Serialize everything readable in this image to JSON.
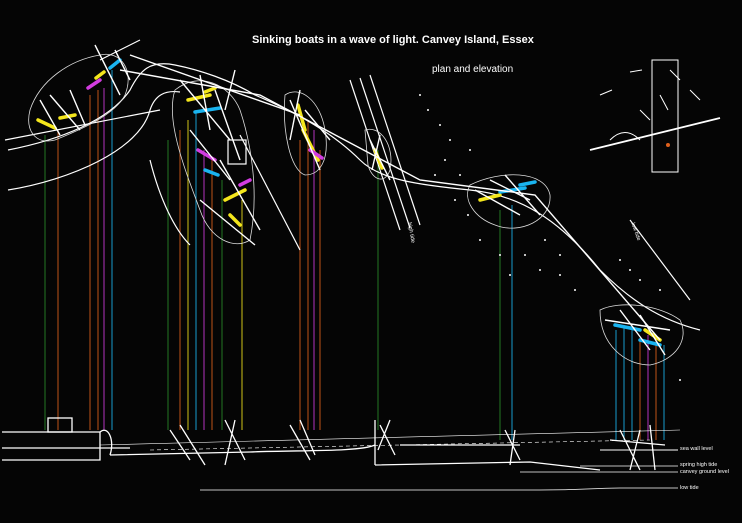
{
  "title": "Sinking boats in a wave of light. Canvey Island, Essex",
  "subtitle": "plan and elevation",
  "levels": {
    "sea_wall": "sea wall level",
    "spring_high_tide": "spring high tide",
    "canvey_ground": "canvey ground level",
    "low_tide": "low tide"
  },
  "plan_labels": {
    "high_tide": "high tide",
    "low_tide": "low tide"
  },
  "colors": {
    "background": "#050505",
    "line": "#ffffff",
    "yellow": "#f4e61c",
    "cyan": "#1ab4f0",
    "magenta": "#d23ce0",
    "orange": "#e0601c",
    "green": "#2a8a2a"
  }
}
